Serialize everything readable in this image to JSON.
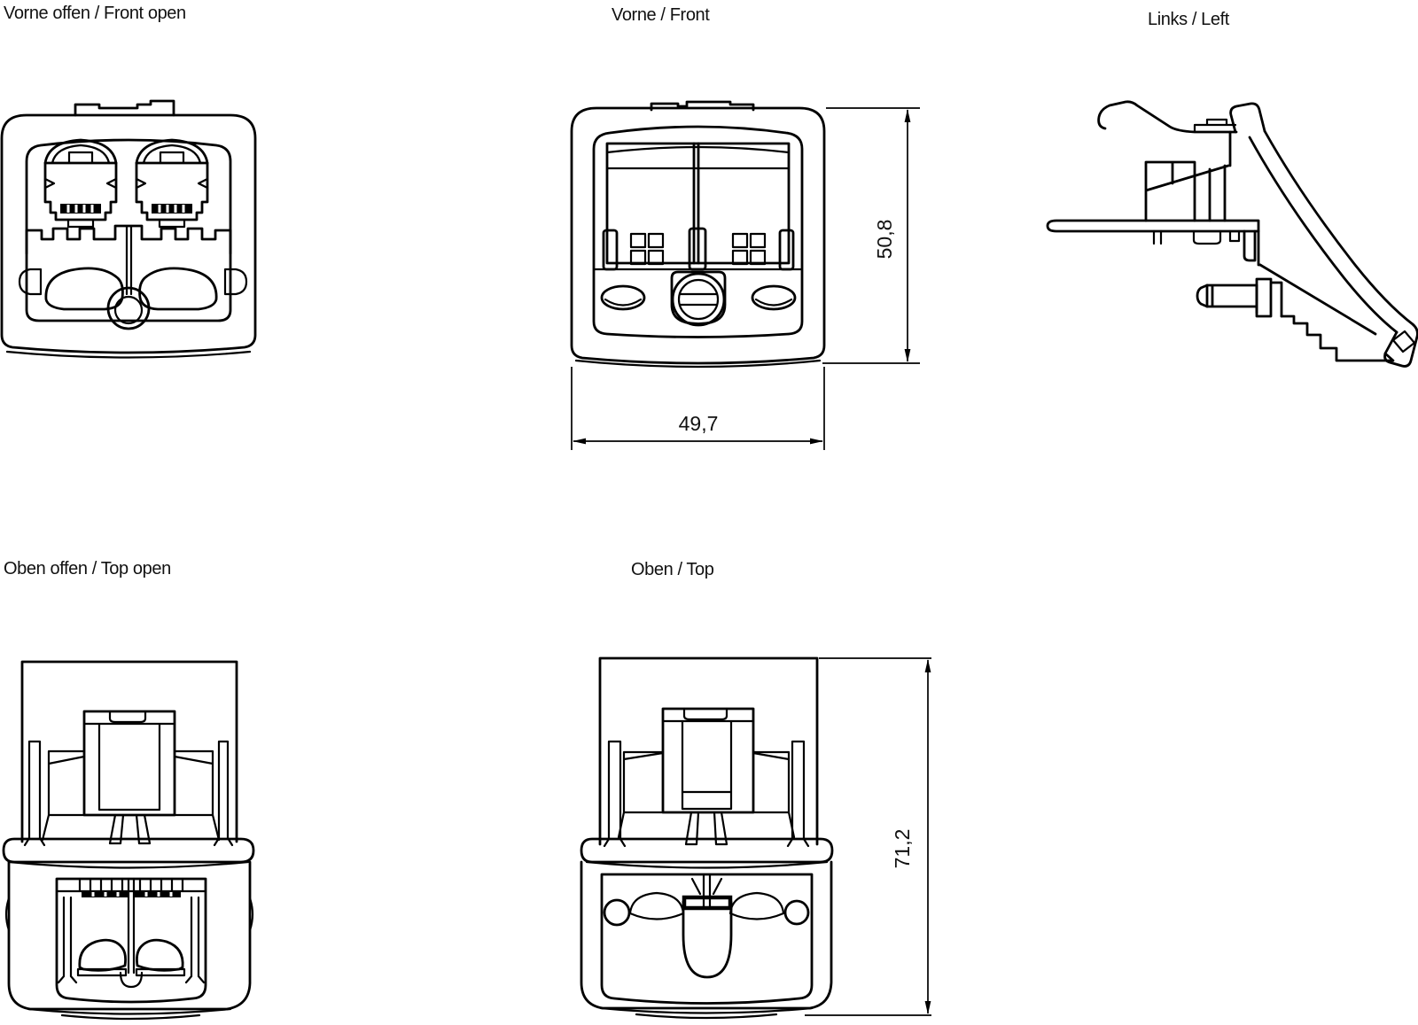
{
  "drawing": {
    "background": "#ffffff",
    "line_color": "#000000",
    "views": {
      "front_open": {
        "title": "Vorne offen / Front open"
      },
      "front": {
        "title": "Vorne / Front",
        "dim_height_mm": "50,8",
        "dim_width_mm": "49,7"
      },
      "left": {
        "title": "Links / Left"
      },
      "top_open": {
        "title": "Oben offen / Top open"
      },
      "top": {
        "title": "Oben / Top",
        "dim_height_mm": "71,2"
      }
    }
  }
}
